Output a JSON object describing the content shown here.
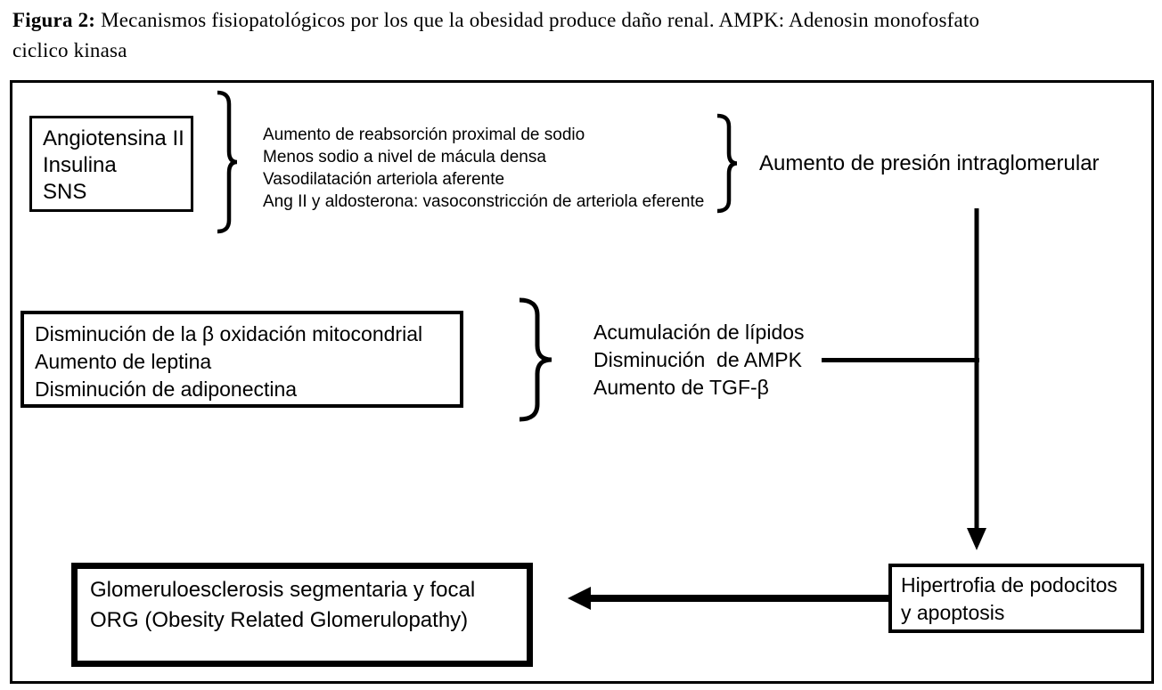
{
  "figure_caption": {
    "label_bold": "Figura 2:",
    "line1_rest": " Mecanismos fisiopatológicos por los que la obesidad produce daño renal. AMPK: Adenosin monofosfato",
    "line2": "ciclico kinasa"
  },
  "diagram": {
    "triggers_box": {
      "lines": [
        "Angiotensina II",
        "Insulina",
        "SNS"
      ]
    },
    "sodium_mechanisms": {
      "lines": [
        "Aumento de reabsorción proximal de sodio",
        "Menos sodio a nivel de mácula densa",
        "Vasodilatación arteriola aferente",
        "Ang II y aldosterona: vasoconstricción de arteriola eferente"
      ]
    },
    "pressure_label": "Aumento de presión intraglomerular",
    "metabolic_box": {
      "lines": [
        "Disminución de la β oxidación mitocondrial",
        "Aumento de leptina",
        "Disminución de adiponectina"
      ]
    },
    "lipid_effects": {
      "lines": [
        "Acumulación de lípidos",
        "Disminución  de AMPK",
        "Aumento de TGF-β"
      ]
    },
    "podocyte_box": {
      "lines": [
        "Hipertrofia de podocitos",
        "y apoptosis"
      ]
    },
    "outcome_box": {
      "lines": [
        "Glomeruloesclerosis segmentaria y focal",
        "ORG (Obesity Related Glomerulopathy)"
      ]
    },
    "colors": {
      "ink": "#000000",
      "background": "#ffffff"
    }
  }
}
